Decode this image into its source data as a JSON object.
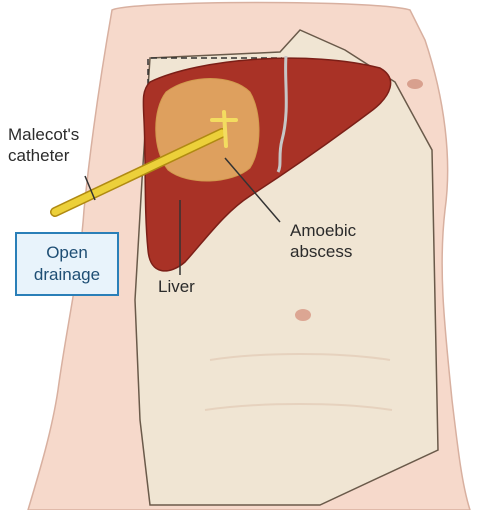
{
  "labels": {
    "catheter": "Malecot's\ncatheter",
    "drainage": "Open\ndrainage",
    "abscess": "Amoebic\nabscess",
    "liver": "Liver"
  },
  "colors": {
    "skin": "#f6d9cb",
    "abdomen_panel": "#f0e5d3",
    "liver": "#a93226",
    "abscess": "#e7b469",
    "catheter": "#e7c62b",
    "box_border": "#2a7fb8"
  }
}
